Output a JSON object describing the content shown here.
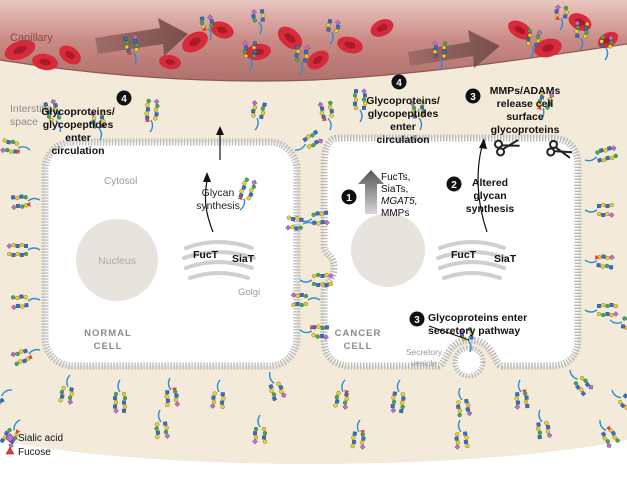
{
  "labels": {
    "capillary": "Capillary",
    "interstitial_1": "Interstitial",
    "interstitial_2": "space",
    "cytosol": "Cytosol",
    "nucleus": "Nucleus",
    "golgi": "Golgi",
    "normal_1": "NORMAL",
    "normal_2": "CELL",
    "cancer_1": "CANCER",
    "cancer_2": "CELL",
    "secretory_1": "Secretory",
    "secretory_2": "vesicle",
    "glycan_1": "Glycan",
    "glycan_2": "synthesis",
    "fuct": "FucT",
    "siat": "SiaT"
  },
  "steps": {
    "s1_number": "1",
    "s1_lines": [
      "FucTs,",
      "SiaTs,",
      "MGAT5,",
      "MMPs"
    ],
    "s2_number": "2",
    "s2_lines": [
      "Altered",
      "glycan",
      "synthesis"
    ],
    "s3a_number": "3",
    "s3a_lines": [
      "MMPs/ADAMs",
      "release cell",
      "surface",
      "glycoproteins"
    ],
    "s3b_number": "3",
    "s3b_lines": [
      "Glycoproteins enter",
      "secretory pathway"
    ],
    "s4a_number": "4",
    "s4a_lines": [
      "Glycoproteins/",
      "glycopeptides",
      "enter",
      "circulation"
    ],
    "s4b_number": "4",
    "s4b_lines": [
      "Glycoproteins/",
      "glycopeptides",
      "enter",
      "circulation"
    ]
  },
  "legend": {
    "sialic_acid": "Sialic acid",
    "fucose": "Fucose"
  },
  "colors": {
    "sialic": "#c26bd6",
    "fucose": "#e23b3b",
    "glcnac": "#2f6fd1",
    "galactose": "#f2d31c",
    "mannose": "#38b14a",
    "capillary": "#c98a86",
    "rbc": "#d72b3b",
    "membrane": "#b9b9b9",
    "background": "#f3ead9"
  },
  "icons": [
    "number-badge-icon",
    "scissors-icon",
    "arrow-icon",
    "red-blood-cell-icon"
  ]
}
